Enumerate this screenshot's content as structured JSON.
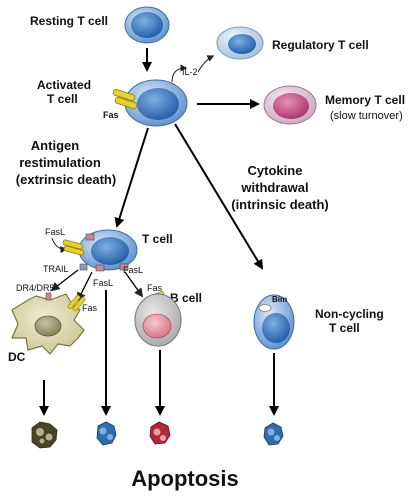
{
  "title": "Apoptosis",
  "cells": {
    "resting": "Resting T cell",
    "regulatory": "Regulatory T cell",
    "activated_line1": "Activated",
    "activated_line2": "T cell",
    "memory": "Memory T cell",
    "memory_note": "(slow turnover)",
    "restim_t_cell": "T cell",
    "b_cell": "B cell",
    "non_cycling_line1": "Non-cycling",
    "non_cycling_line2": "T cell",
    "dc": "DC"
  },
  "pathways": {
    "extrinsic_line1": "Antigen",
    "extrinsic_line2": "restimulation",
    "extrinsic_line3": "(extrinsic death)",
    "intrinsic_line1": "Cytokine",
    "intrinsic_line2": "withdrawal",
    "intrinsic_line3": "(intrinsic death)"
  },
  "molecules": {
    "il2": "IL-2",
    "fas": "Fas",
    "fasl": "FasL",
    "trail": "TRAIL",
    "dr45": "DR4/DR5",
    "bim": "Bim"
  },
  "colors": {
    "cell_blue": "#5b8ec9",
    "nucleus_blue": "#2f6bb0",
    "regulatory_blue": "#a9c6e4",
    "memory_pink": "#c64f86",
    "b_cell_pink": "#e49aa8",
    "dc_beige": "#d8d2a4",
    "receptor_yellow": "#e8d22a",
    "apoptotic_dc": "#4a4426",
    "apoptotic_red": "#b0283a"
  }
}
